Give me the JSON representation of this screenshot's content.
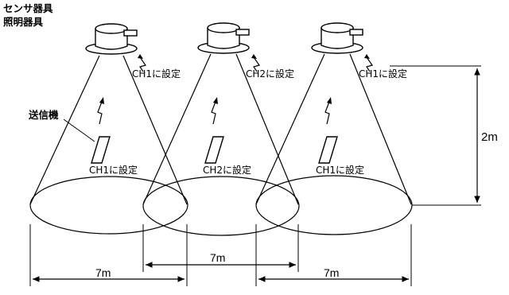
{
  "labels": {
    "sensor_fixture": "センサ器具",
    "lighting_fixture": "照明器具",
    "transmitter": "送信機",
    "height": "2m"
  },
  "units": [
    {
      "fixture_channel": "CH1に設定",
      "transmitter_channel": "CH1に設定"
    },
    {
      "fixture_channel": "CH2に設定",
      "transmitter_channel": "CH2に設定"
    },
    {
      "fixture_channel": "CH1に設定",
      "transmitter_channel": "CH1に設定"
    }
  ],
  "coverage_widths": [
    "7m",
    "7m",
    "7m"
  ]
}
